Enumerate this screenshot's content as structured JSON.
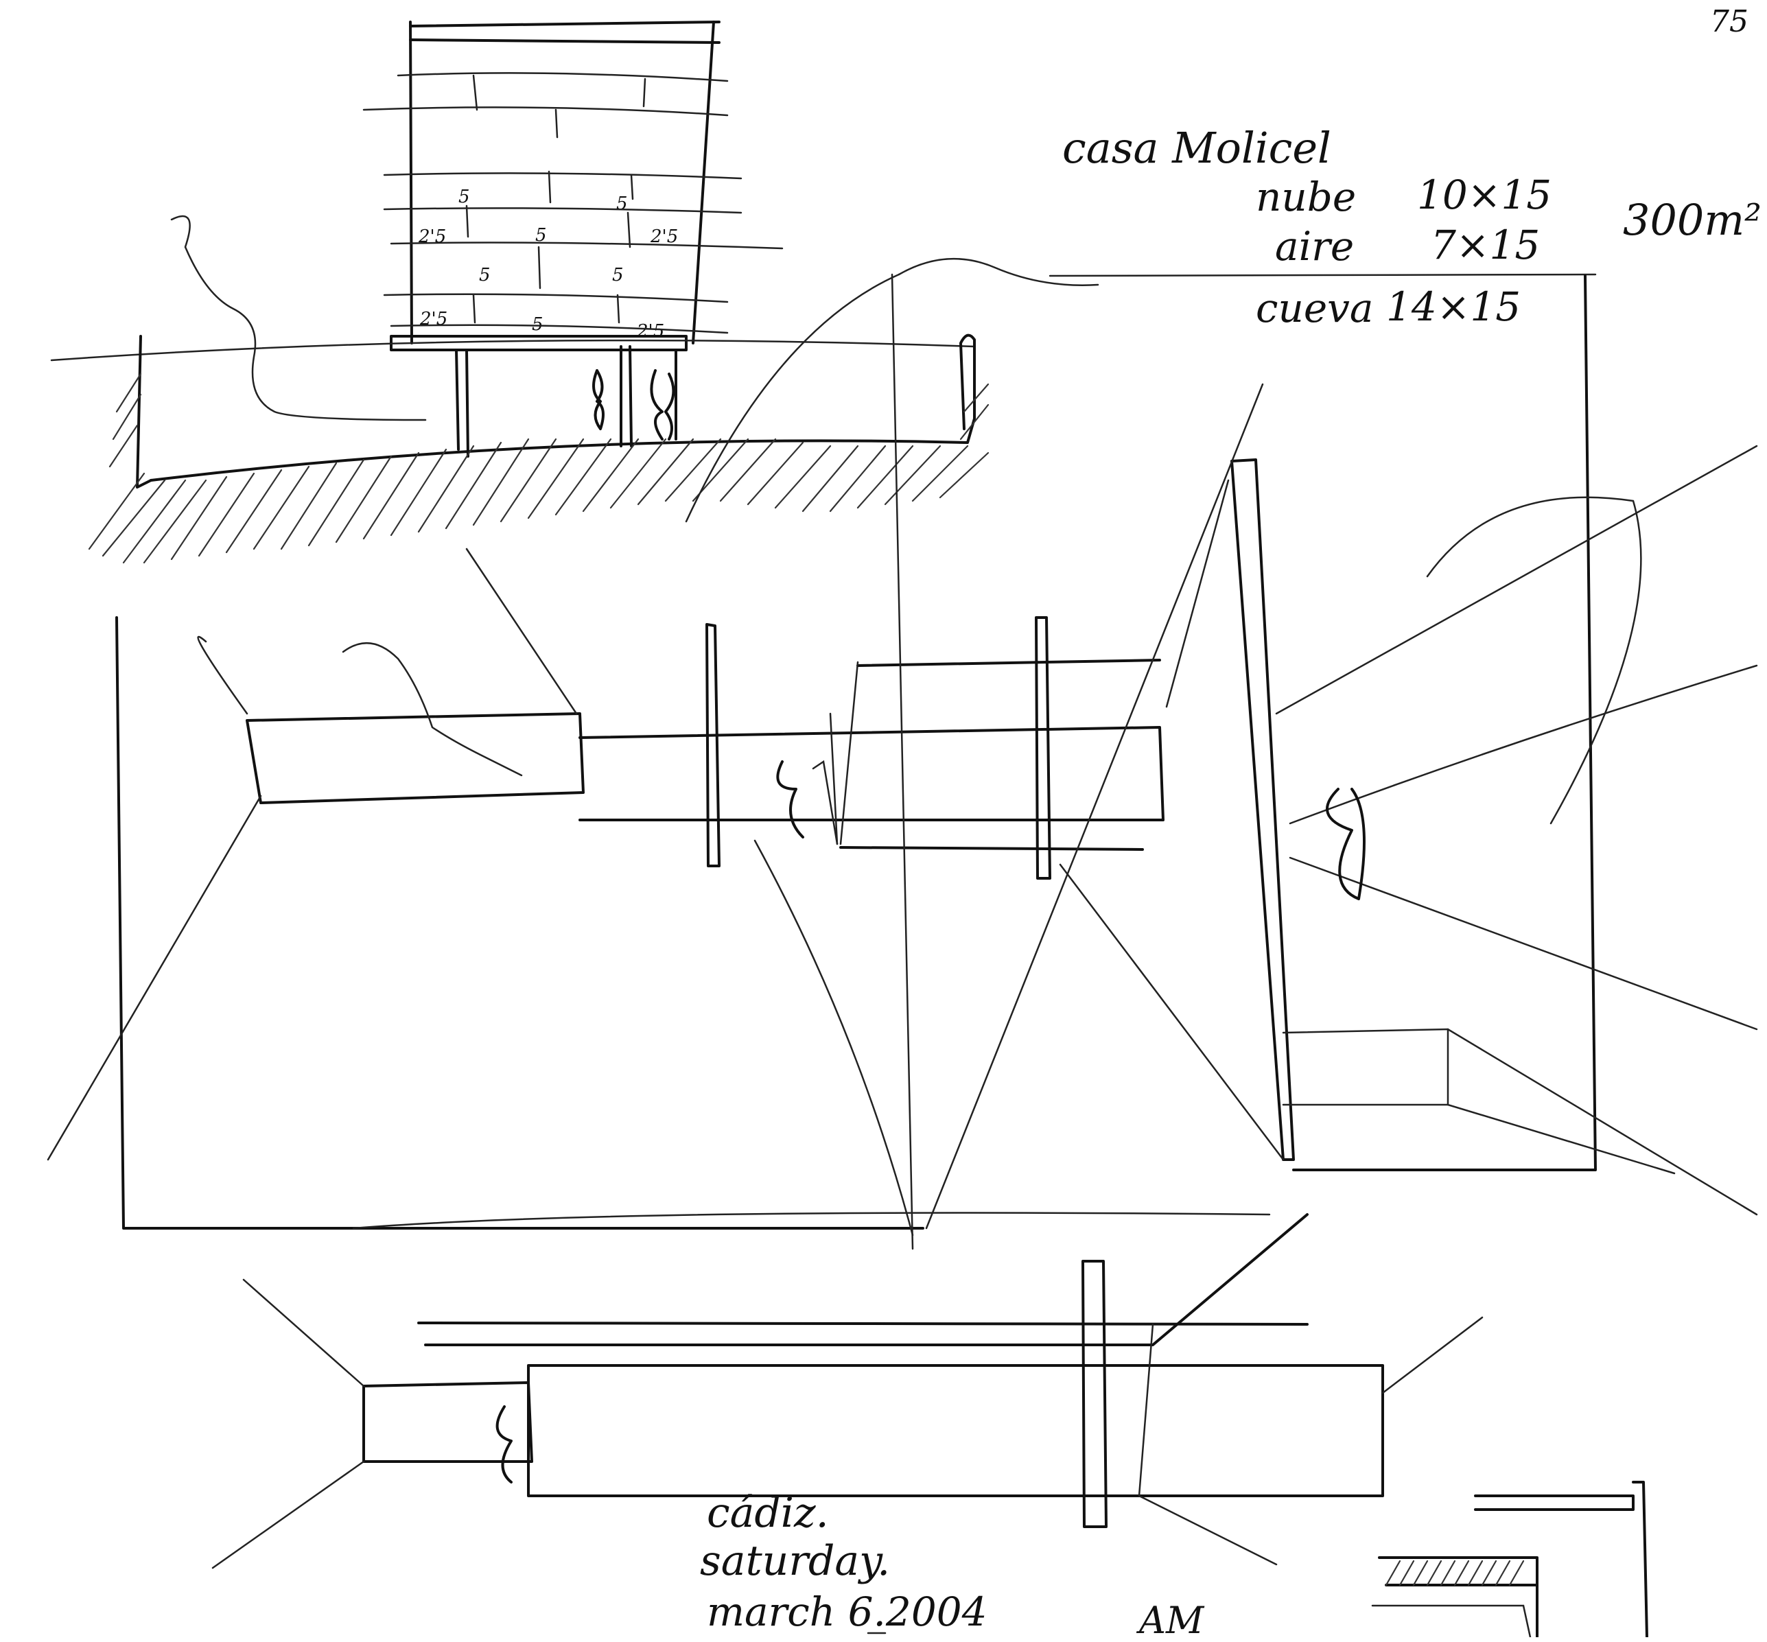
{
  "page_number": "75",
  "notes": {
    "title": "casa Molicel",
    "lines": [
      {
        "label": "nube",
        "value": "10×15"
      },
      {
        "label": "aire",
        "value": "7×15"
      },
      {
        "label": "cueva",
        "value": "14×15"
      }
    ],
    "area": "300m²"
  },
  "dimensions": {
    "top_row": "5",
    "top_row_b": "5",
    "mid_left": "2'5",
    "mid_center": "5",
    "mid_right": "2'5",
    "lower_left": "5",
    "lower_right": "5",
    "base_left": "2'5",
    "base_center": "5",
    "base_right": "2'5"
  },
  "caption": {
    "place": "cádiz.",
    "day": "saturday.",
    "date": "march 6.2004"
  },
  "signature": "AM"
}
